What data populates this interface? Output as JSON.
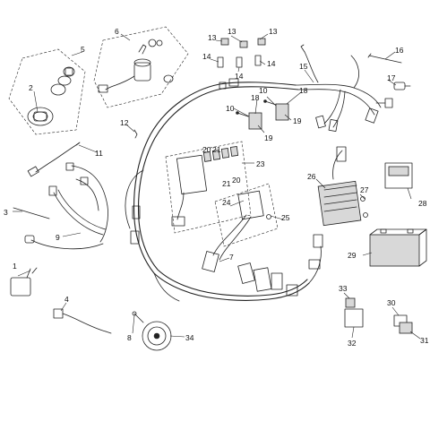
{
  "diagram": {
    "callouts": [
      "1",
      "2",
      "3",
      "4",
      "5",
      "6",
      "7",
      "8",
      "9",
      "10",
      "10",
      "11",
      "12",
      "13",
      "13",
      "13",
      "14",
      "14",
      "14",
      "15",
      "16",
      "17",
      "18",
      "18",
      "19",
      "19",
      "20",
      "20",
      "21",
      "21",
      "23",
      "24",
      "25",
      "26",
      "27",
      "28",
      "29",
      "30",
      "31",
      "32",
      "33",
      "34"
    ]
  }
}
